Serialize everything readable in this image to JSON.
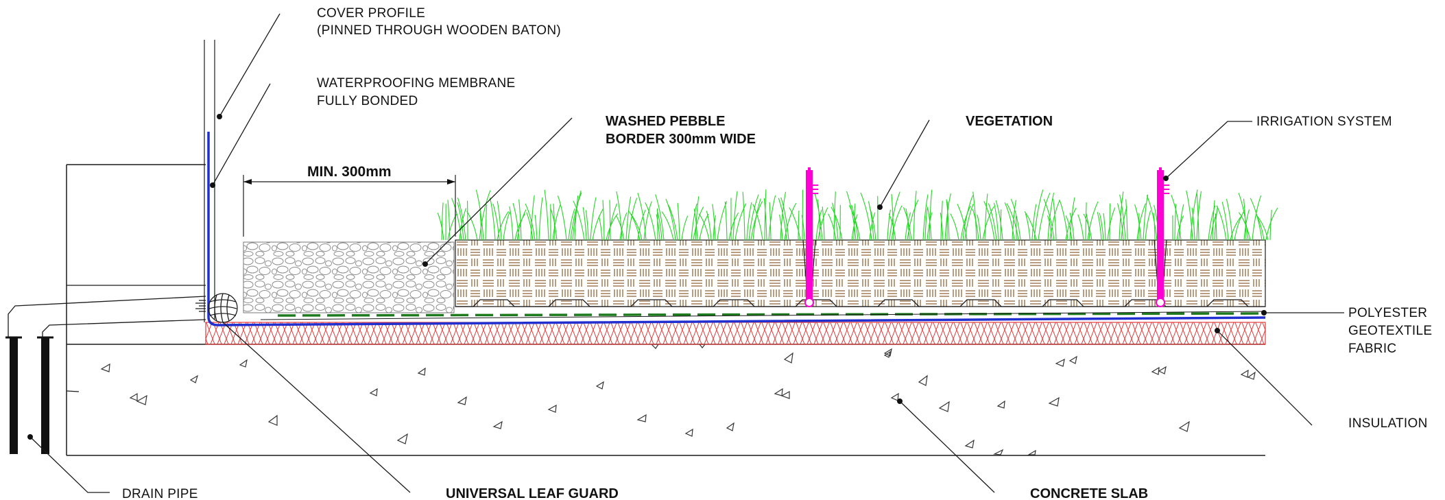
{
  "labels": {
    "cover_profile_1": "COVER PROFILE",
    "cover_profile_2": "(PINNED THROUGH WOODEN BATON)",
    "membrane_1": "WATERPROOFING MEMBRANE",
    "membrane_2": "FULLY BONDED",
    "pebble_1": "WASHED PEBBLE",
    "pebble_2": "BORDER 300mm WIDE",
    "vegetation": "VEGETATION",
    "irrigation": "IRRIGATION SYSTEM",
    "geotextile_1": "POLYESTER",
    "geotextile_2": "GEOTEXTILE",
    "geotextile_3": "FABRIC",
    "insulation": "INSULATION",
    "concrete": "CONCRETE SLAB",
    "leaf_guard": "UNIVERSAL LEAF GUARD",
    "drain_pipe": "DRAIN PIPE"
  },
  "dimension": {
    "label": "MIN. 300mm"
  },
  "colors": {
    "membrane": "#1f2fd0",
    "insulation": "#e23a3a",
    "geotextile": "#1d7a1d",
    "grass": "#22d622",
    "irrigation": "#ff00d4",
    "soil": "#8a5a2b",
    "pebbles": "#8c8c8c",
    "line": "#1a1a1a"
  }
}
